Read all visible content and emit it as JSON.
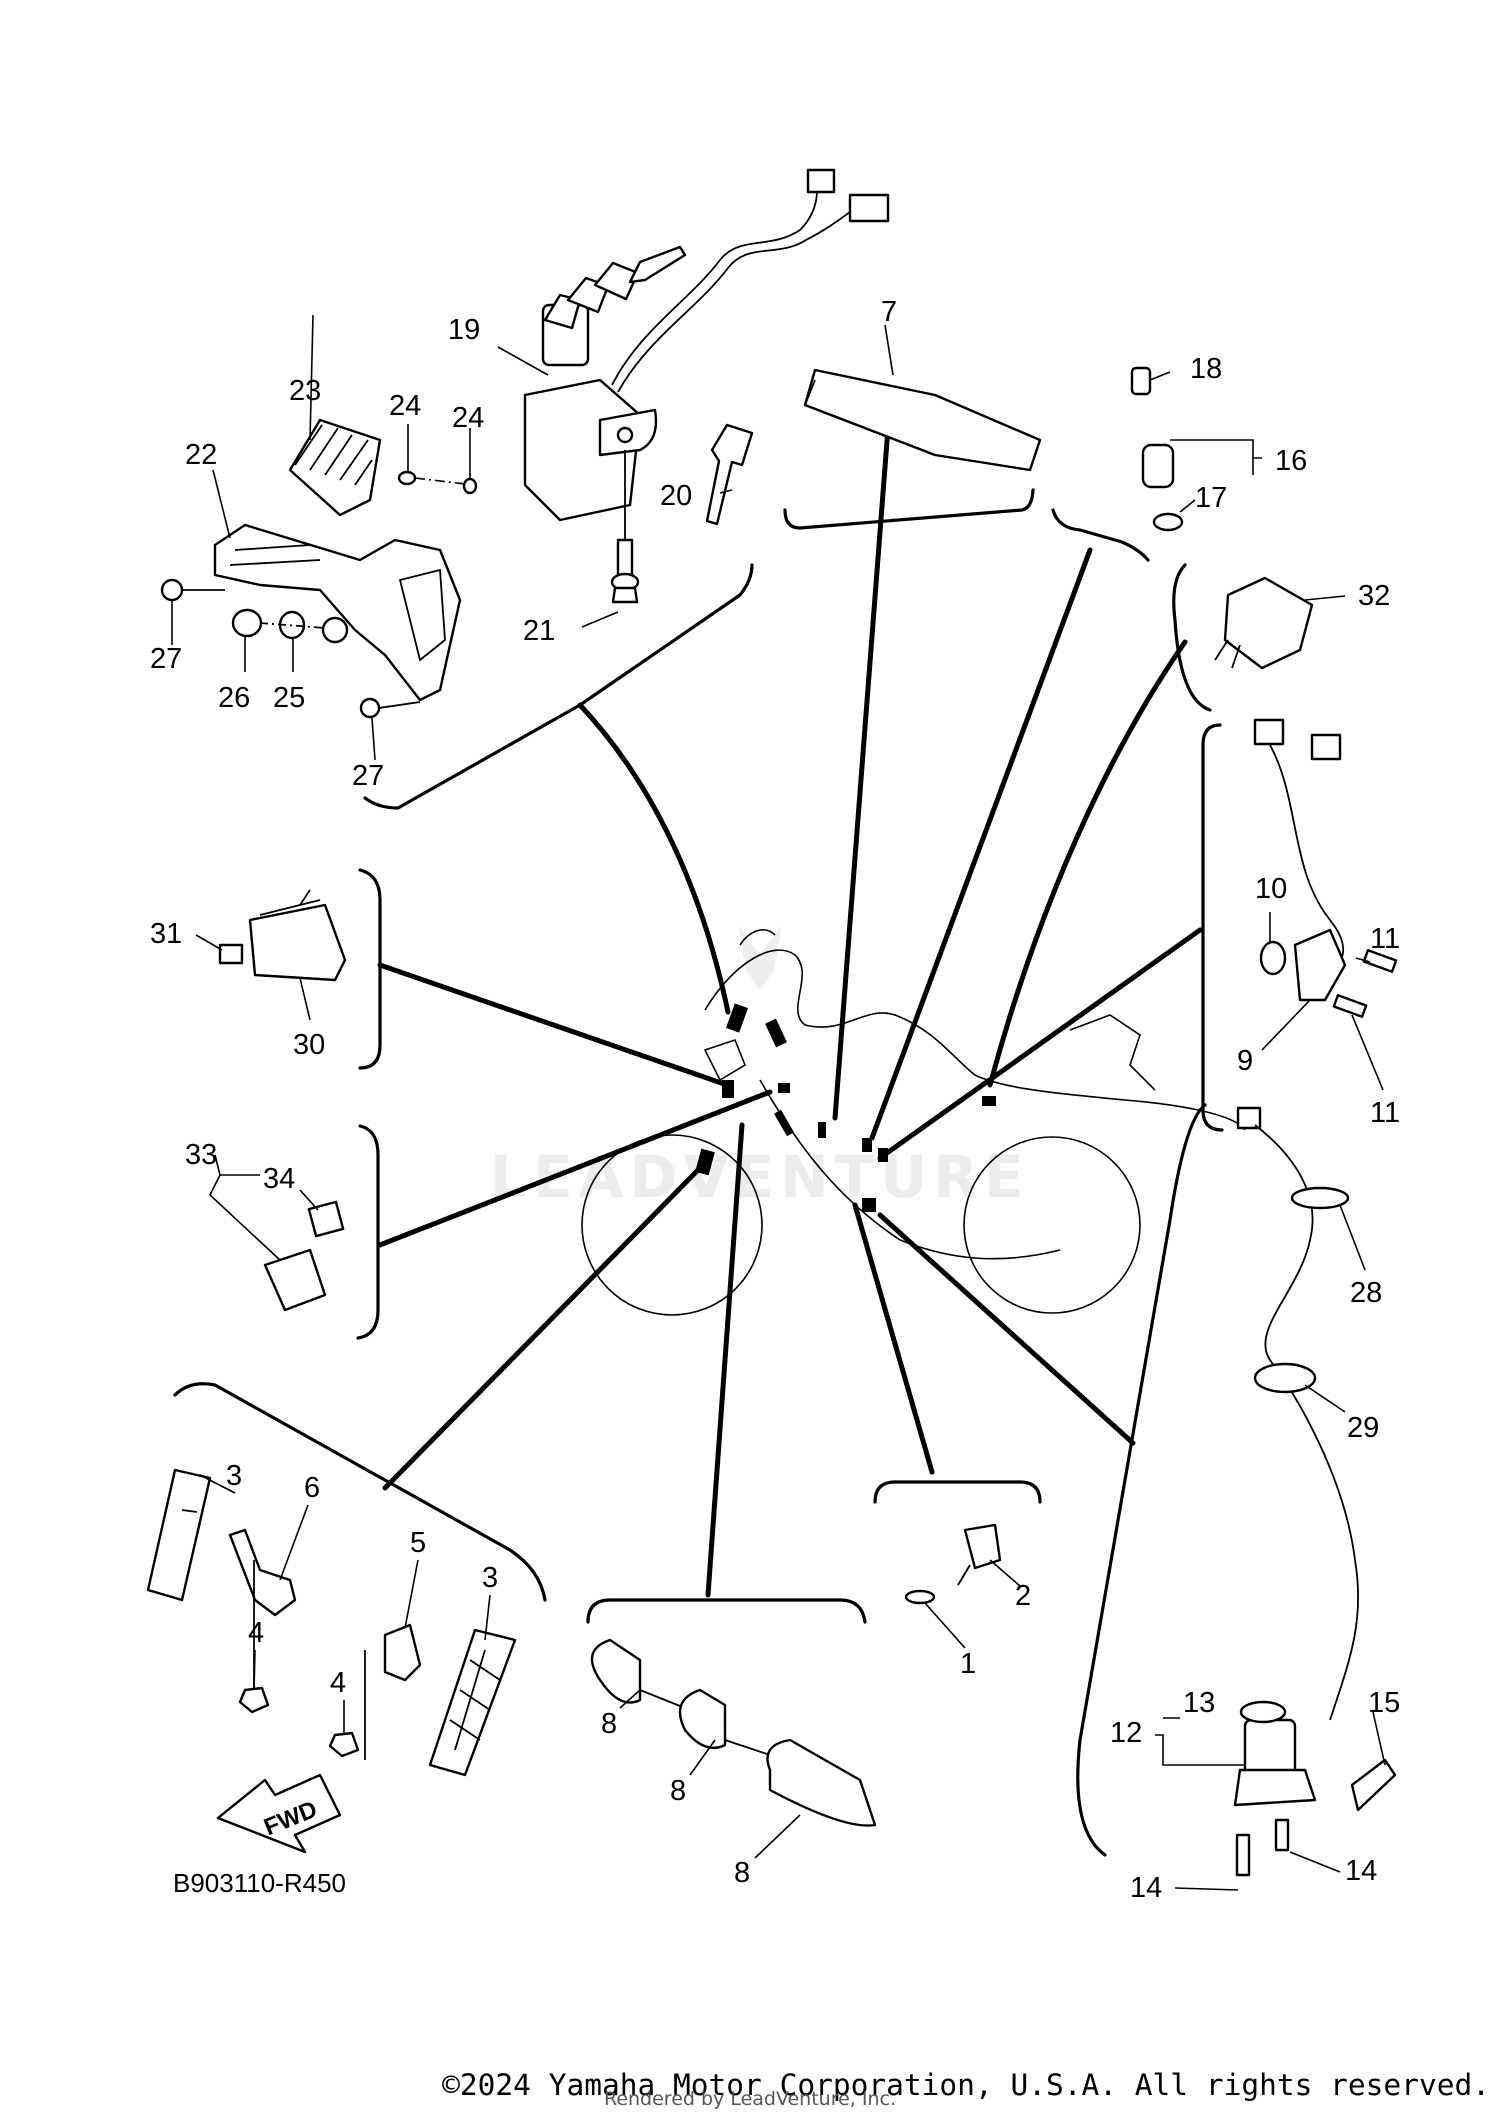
{
  "diagram_code": "B903110-R450",
  "watermark": "LEADVENTURE",
  "fwd_label": "FWD",
  "copyright": "©2024 Yamaha Motor Corporation, U.S.A. All rights reserved.",
  "rendered_by": "Rendered by LeadVenture, Inc.",
  "callouts": {
    "c1": "1",
    "c2": "2",
    "c3a": "3",
    "c3b": "3",
    "c4a": "4",
    "c4b": "4",
    "c5": "5",
    "c6": "6",
    "c7": "7",
    "c8a": "8",
    "c8b": "8",
    "c8c": "8",
    "c9": "9",
    "c10": "10",
    "c11a": "11",
    "c11b": "11",
    "c12": "12",
    "c13": "13",
    "c14a": "14",
    "c14b": "14",
    "c15": "15",
    "c16": "16",
    "c17": "17",
    "c18": "18",
    "c19": "19",
    "c20": "20",
    "c21": "21",
    "c22": "22",
    "c23": "23",
    "c24a": "24",
    "c24b": "24",
    "c25": "25",
    "c26": "26",
    "c27a": "27",
    "c27b": "27",
    "c28": "28",
    "c29": "29",
    "c30": "30",
    "c31": "31",
    "c32": "32",
    "c33": "33",
    "c34": "34"
  }
}
